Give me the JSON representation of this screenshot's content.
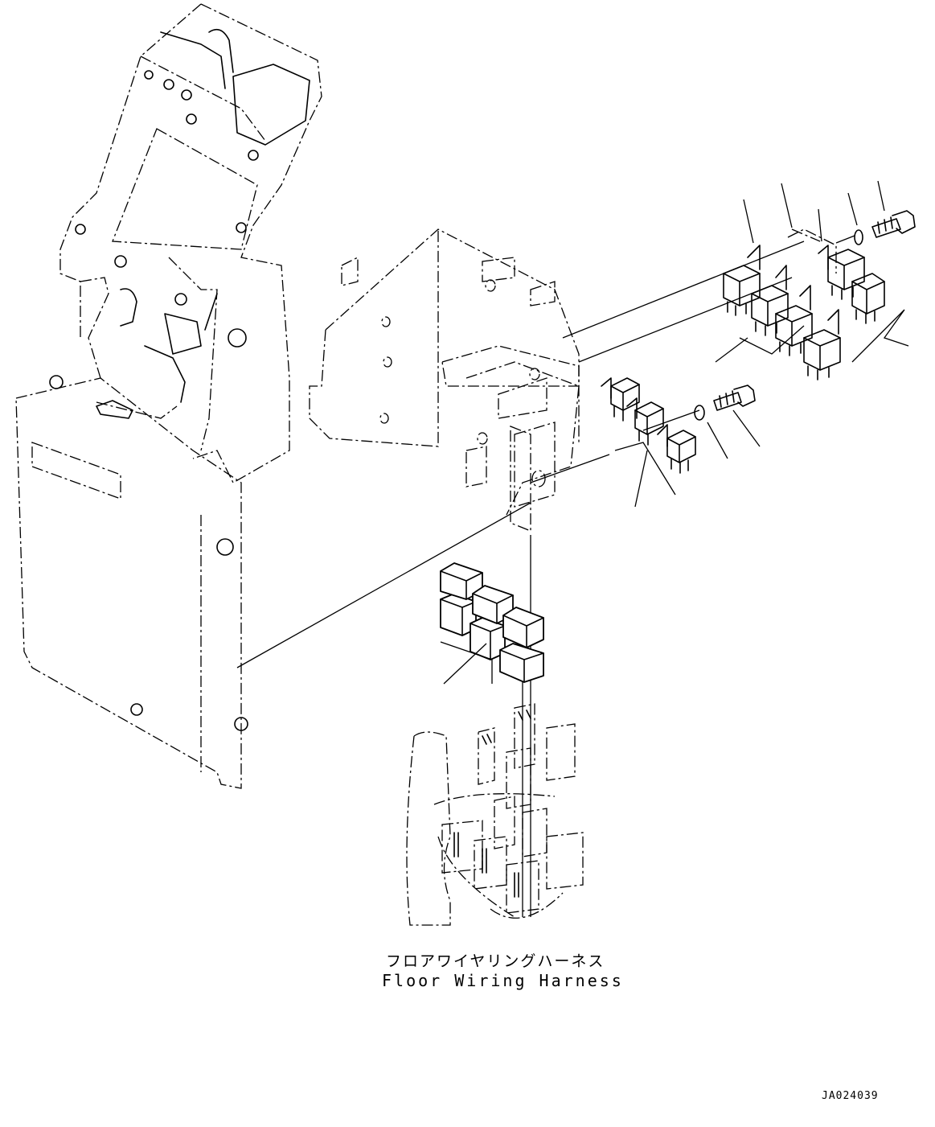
{
  "labels": {
    "harness_jp": "フロアワイヤリングハーネス",
    "harness_en": "Floor Wiring Harness",
    "drawing_code": "JA024039"
  }
}
